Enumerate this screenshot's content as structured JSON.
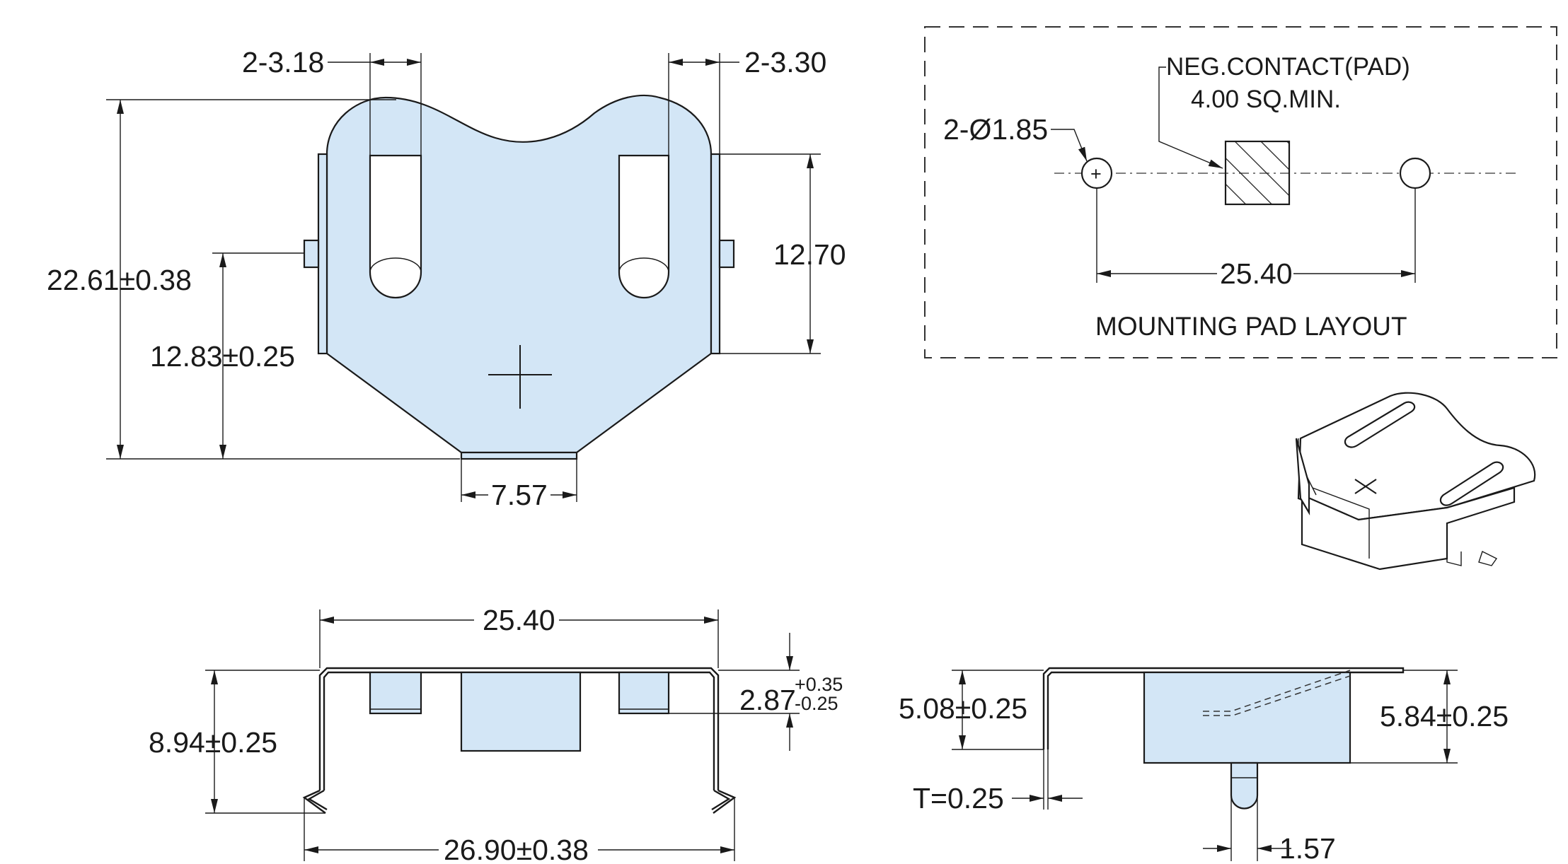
{
  "top_view": {
    "dim_slot_left": "2-3.18",
    "dim_slot_right": "2-3.30",
    "dim_overall_height": "22.61±0.38",
    "dim_side_height": "12.70",
    "dim_center_height": "12.83±0.25",
    "dim_bottom_width": "7.57"
  },
  "pad_layout": {
    "neg_contact_line1": "NEG.CONTACT(PAD)",
    "neg_contact_line2": "4.00 SQ.MIN.",
    "hole_dim": "2-Ø1.85",
    "spacing": "25.40",
    "title": "MOUNTING PAD LAYOUT"
  },
  "front_view": {
    "dim_width": "25.40",
    "dim_height": "8.94±0.25",
    "dim_tab": "2.87",
    "dim_tab_tol_plus": "+0.35",
    "dim_tab_tol_minus": "-0.25",
    "dim_overall_width": "26.90±0.38"
  },
  "side_view": {
    "dim_left_height": "5.08±0.25",
    "dim_right_height": "5.84±0.25",
    "dim_thickness": "T=0.25",
    "dim_pin": "1.57"
  },
  "colors": {
    "part_fill": "#d3e6f6",
    "line": "#1a1a1a"
  }
}
